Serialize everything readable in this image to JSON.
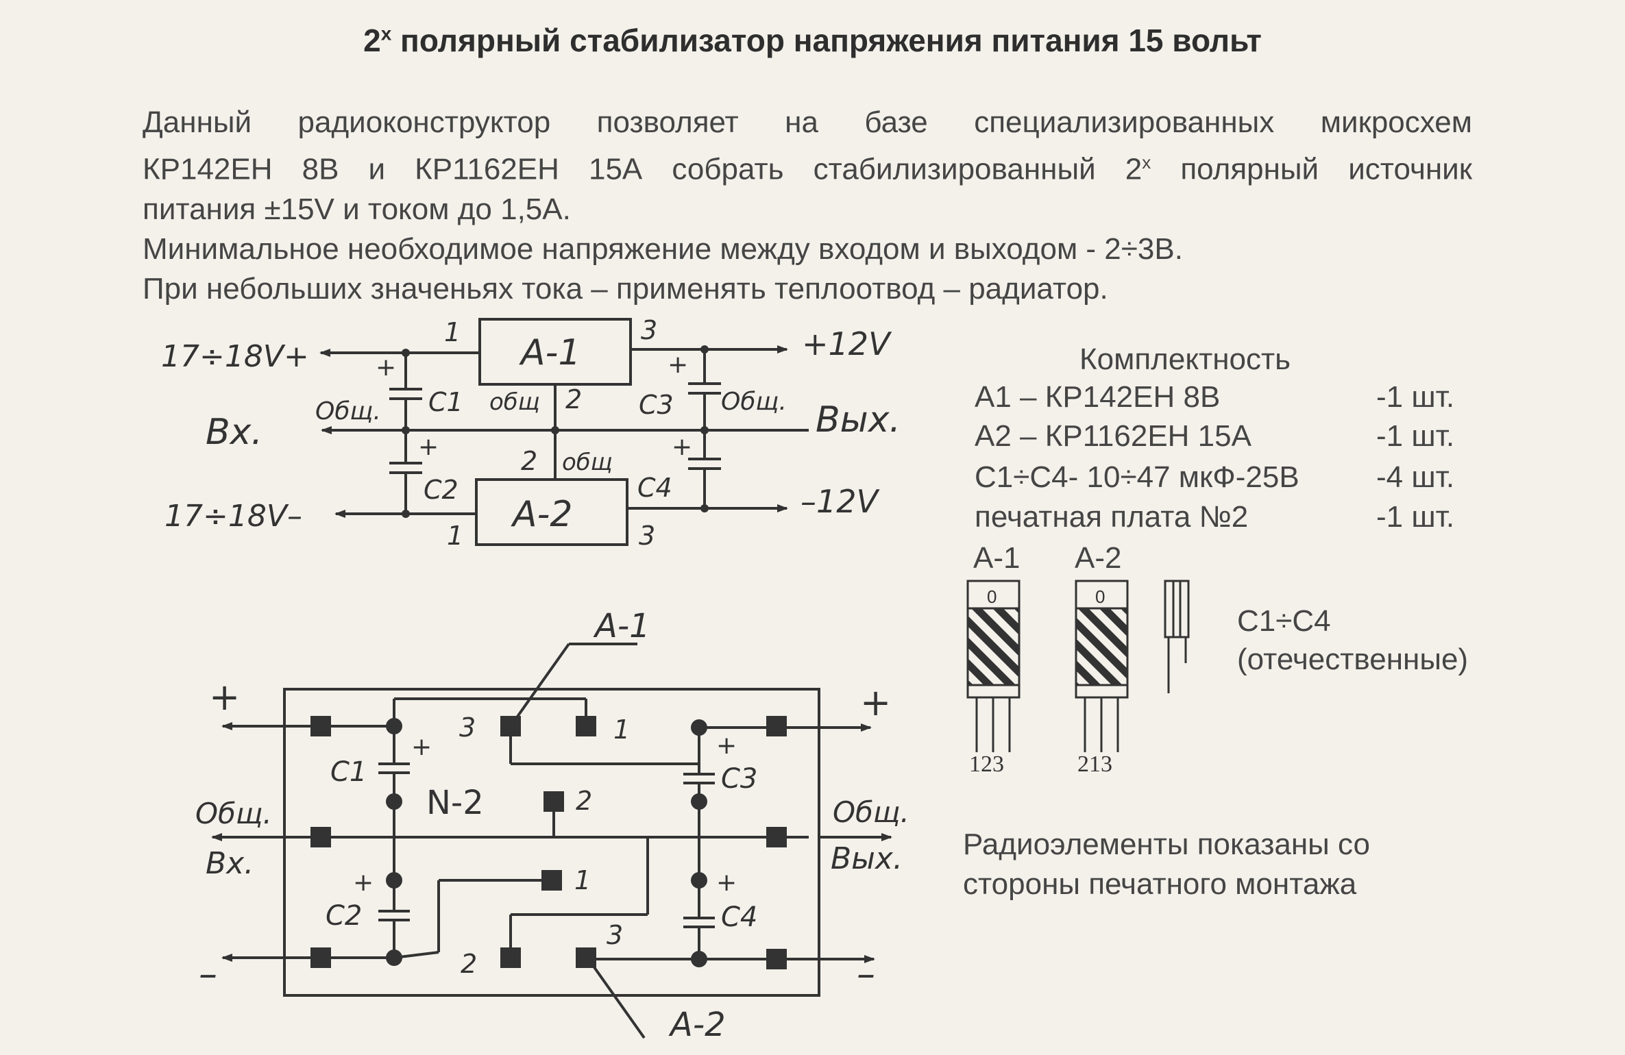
{
  "title": {
    "prefix": "2",
    "sup": "х",
    "rest": " полярный стабилизатор напряжения питания 15 вольт"
  },
  "intro": {
    "line1": "Данный радиоконструктор позволяет  на базе специализированных микросхем",
    "line2_a": "КР142ЕН 8В и КР1162ЕН 15А собрать стабилизированный 2",
    "line2_sup": "х",
    "line2_b": " полярный источник",
    "line3": "питания ±15V и током до 1,5А.",
    "line4": "Минимальное необходимое напряжение между входом и выходом - 2÷3В.",
    "line5": "При  небольших значеньях тока – применять теплоотвод – радиатор."
  },
  "schematic": {
    "in_pos": "17÷18V+",
    "in_neg": "17÷18V–",
    "in_label": "Вх.",
    "out_pos": "+12V",
    "out_neg": "–12V",
    "out_label": "Вых.",
    "common": "Общ.",
    "common_short": "общ",
    "a1": "А-1",
    "a2": "А-2",
    "c1": "С1",
    "c2": "С2",
    "c3": "С3",
    "c4": "С4",
    "plus": "+",
    "pin1": "1",
    "pin2": "2",
    "pin3": "3"
  },
  "kit": {
    "title": "Комплектность",
    "rows": [
      {
        "name": "А1 – КР142ЕН 8В",
        "qty": "-1 шт."
      },
      {
        "name": "А2 – КР1162ЕН 15А",
        "qty": "-1 шт."
      },
      {
        "name": "С1÷С4- 10÷47 мкФ-25В",
        "qty": "-4 шт."
      },
      {
        "name": "печатная плата №2",
        "qty": "-1 шт."
      }
    ]
  },
  "packages": {
    "a1_label": "А-1",
    "a2_label": "А-2",
    "a1_pins": "123",
    "a2_pins": "213",
    "hole": "0",
    "cap_label": "С1÷С4",
    "cap_note": "(отечественные)"
  },
  "pcb": {
    "plus": "+",
    "minus": "–",
    "common": "Общ.",
    "in_label": "Вх.",
    "out_label": "Вых.",
    "board": "N-2",
    "a1": "А-1",
    "a2": "А-2",
    "c1": "С1",
    "c2": "С2",
    "c3": "С3",
    "c4": "С4",
    "pin1": "1",
    "pin2": "2",
    "pin3": "3"
  },
  "note": {
    "line1": "Радиоэлементы показаны со",
    "line2": "стороны печатного монтажа"
  },
  "colors": {
    "ink": "#333333",
    "paper": "#f3f1ea",
    "text": "#454545"
  }
}
